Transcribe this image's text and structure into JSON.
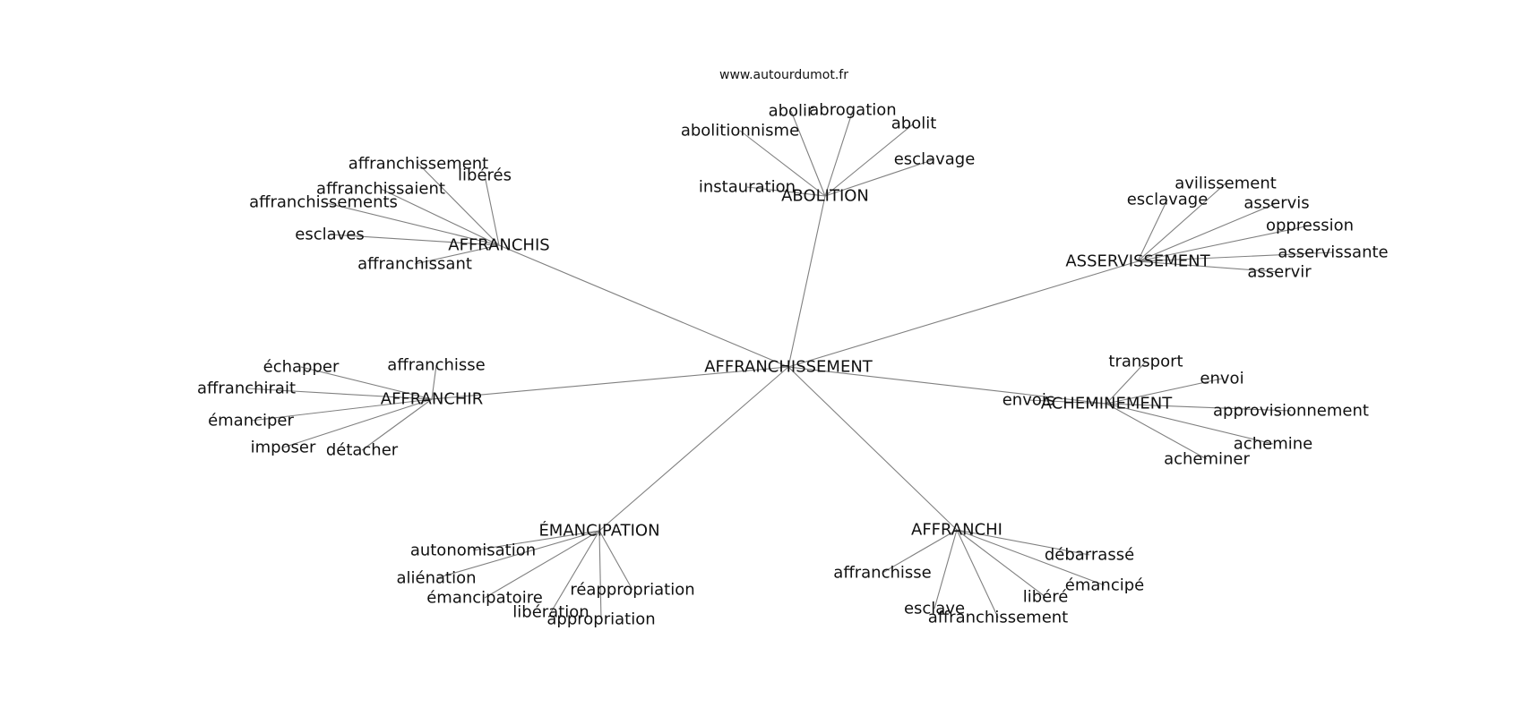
{
  "source": "www.autourdumot.fr",
  "center": "AFFRANCHISSEMENT",
  "clusters": [
    {
      "hub": "ABOLITION",
      "words": [
        "instauration",
        "abolitionnisme",
        "abolir",
        "abrogation",
        "abolit",
        "esclavage"
      ]
    },
    {
      "hub": "AFFRANCHIS",
      "words": [
        "affranchissement",
        "libérés",
        "affranchissaient",
        "affranchissements",
        "esclaves",
        "affranchissant"
      ]
    },
    {
      "hub": "ASSERVISSEMENT",
      "words": [
        "avilissement",
        "esclavage",
        "asservis",
        "oppression",
        "asservissante",
        "asservir"
      ]
    },
    {
      "hub": "AFFRANCHIR",
      "words": [
        "échapper",
        "affranchisse",
        "affranchirait",
        "émanciper",
        "imposer",
        "détacher"
      ]
    },
    {
      "hub": "ACHEMINEMENT",
      "words": [
        "transport",
        "envoi",
        "envois",
        "approvisionnement",
        "achemine",
        "acheminer"
      ]
    },
    {
      "hub": "ÉMANCIPATION",
      "words": [
        "autonomisation",
        "aliénation",
        "émancipatoire",
        "libération",
        "réappropriation",
        "appropriation"
      ]
    },
    {
      "hub": "AFFRANCHI",
      "words": [
        "débarrassé",
        "affranchisse",
        "émancipé",
        "libéré",
        "esclave",
        "affranchissement"
      ]
    }
  ]
}
